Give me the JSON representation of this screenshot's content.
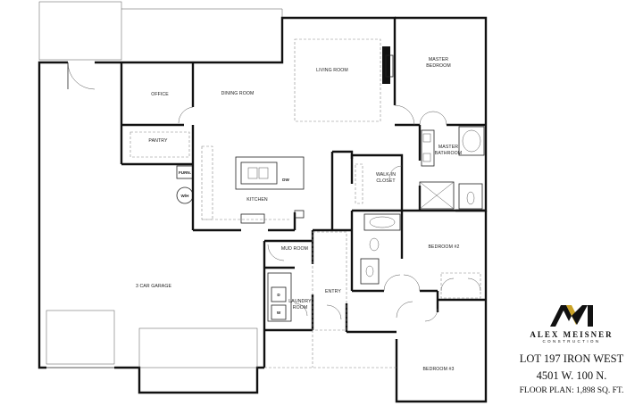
{
  "rooms": {
    "living_room": "LIVING ROOM",
    "master_bedroom_1": "MASTER",
    "master_bedroom_2": "BEDROOM",
    "office": "OFFICE",
    "dining_room": "DINING ROOM",
    "pantry": "PANTRY",
    "master_bathroom_1": "MASTER",
    "master_bathroom_2": "BATHROOM",
    "walk_in_closet_1": "WALK-IN",
    "walk_in_closet_2": "CLOSET",
    "kitchen": "KITCHEN",
    "mud_room": "MUD ROOM",
    "bedroom_2": "BEDROOM #2",
    "garage": "3 CAR GARAGE",
    "entry": "ENTRY",
    "laundry_room_1": "LAUNDRY",
    "laundry_room_2": "ROOM",
    "bedroom_3": "BEDROOM #3"
  },
  "fixtures": {
    "furnace": "FURN.",
    "water_heater": "W/H",
    "dishwasher": "DW",
    "dryer": "D",
    "washer": "W"
  },
  "title_block": {
    "brand": "ALEX MEISNER",
    "brand_sub": "CONSTRUCTION",
    "lot": "LOT 197 IRON WEST",
    "address": "4501 W. 100 N.",
    "floor_plan": "FLOOR PLAN:  1,898 SQ. FT."
  }
}
